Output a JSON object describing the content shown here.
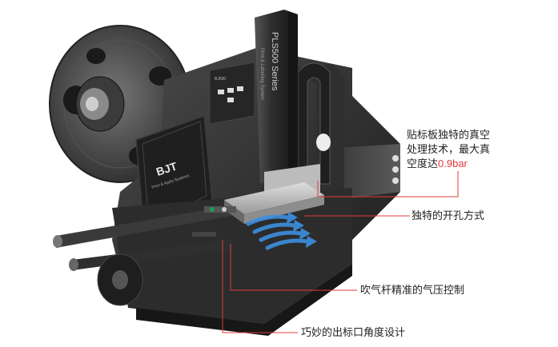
{
  "brand": {
    "logo_text": "BJT",
    "logo_sub": "Print & Apply Systems",
    "column_title": "PLS500 Series",
    "column_sub": "Print & Labelling System",
    "panel_tag": "BJ500"
  },
  "callouts": {
    "vacuum": {
      "lines": [
        "贴标板独特的真空",
        "处理技术，最大真",
        "空度达"
      ],
      "value": "0.9bar"
    },
    "holes": "独特的开孔方式",
    "airflow": "吹气杆精准的气压控制",
    "angle": "巧妙的出标口角度设计"
  },
  "colors": {
    "accent": "#e23b3b",
    "leader_line": "#e23b3b",
    "body_dark": "#2b2b2b",
    "airflow_blue": "#3d8fe0"
  }
}
